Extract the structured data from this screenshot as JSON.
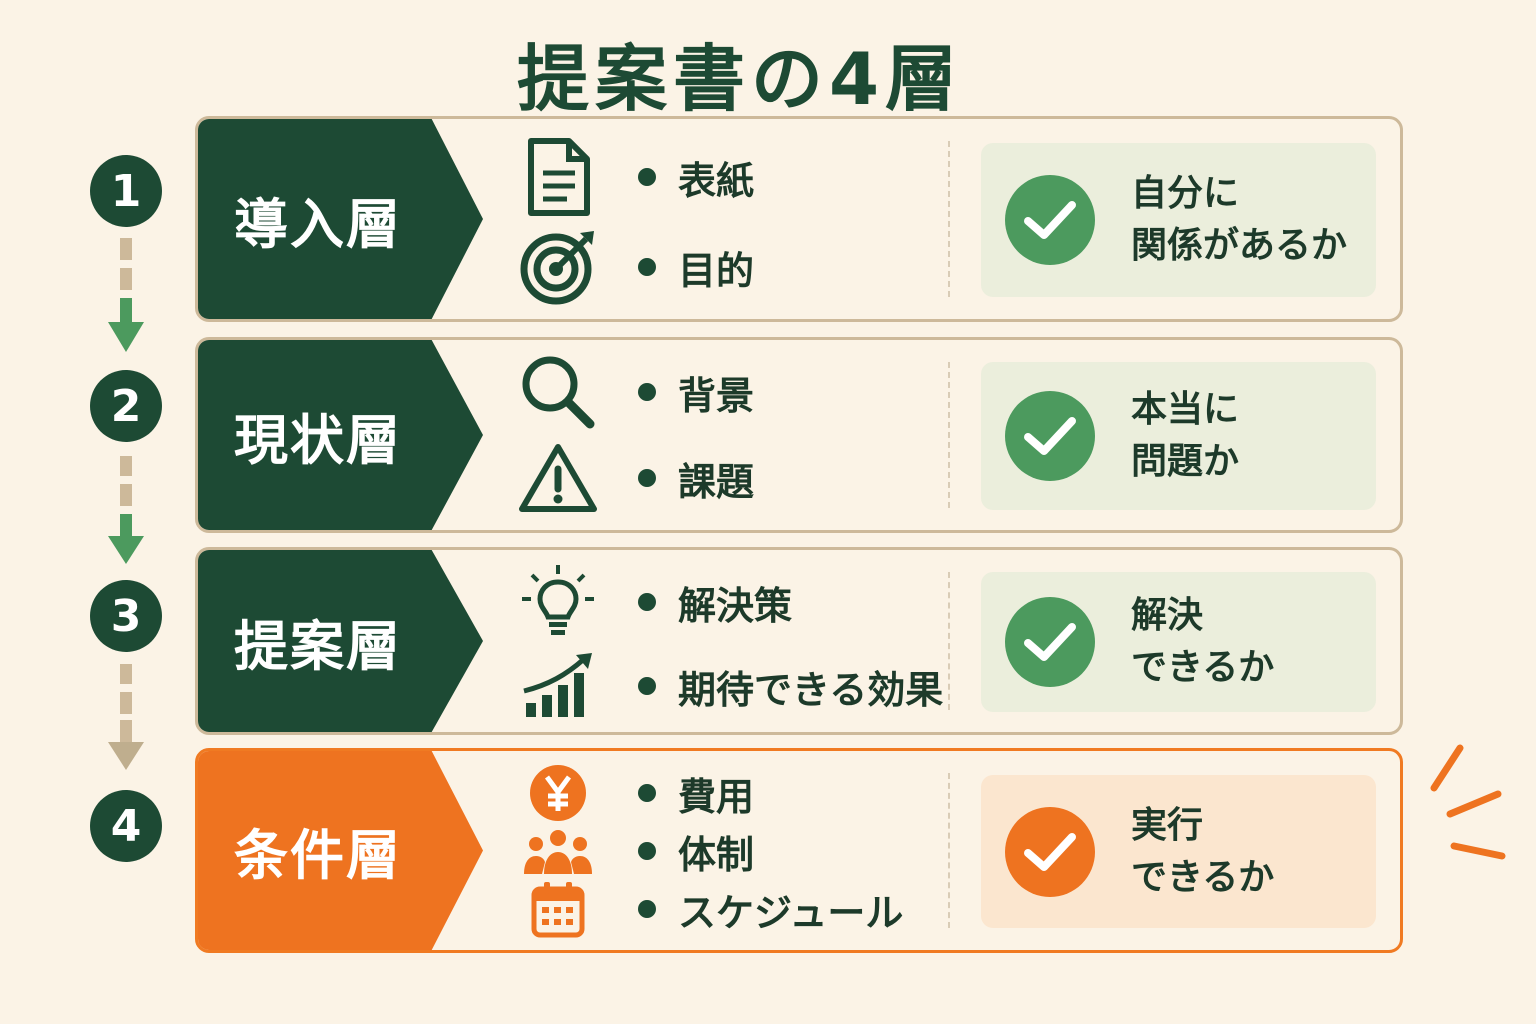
{
  "title": "提案書の4層",
  "colors": {
    "dark_green": "#1d4a34",
    "check_green": "#4c9a5e",
    "accent_orange": "#ee7320",
    "background": "#fbf3e6"
  },
  "layers": [
    {
      "number": "1",
      "name": "導入層",
      "items": [
        {
          "icon": "document-icon",
          "label": "表紙"
        },
        {
          "icon": "target-icon",
          "label": "目的"
        }
      ],
      "check": "自分に\n関係があるか"
    },
    {
      "number": "2",
      "name": "現状層",
      "items": [
        {
          "icon": "search-icon",
          "label": "背景"
        },
        {
          "icon": "warning-icon",
          "label": "課題"
        }
      ],
      "check": "本当に\n問題か"
    },
    {
      "number": "3",
      "name": "提案層",
      "items": [
        {
          "icon": "lightbulb-icon",
          "label": "解決策"
        },
        {
          "icon": "growth-chart-icon",
          "label": "期待できる効果"
        }
      ],
      "check": "解決\nできるか"
    },
    {
      "number": "4",
      "name": "条件層",
      "items": [
        {
          "icon": "yen-coin-icon",
          "label": "費用"
        },
        {
          "icon": "team-icon",
          "label": "体制"
        },
        {
          "icon": "calendar-icon",
          "label": "スケジュール"
        }
      ],
      "check": "実行\nできるか"
    }
  ]
}
